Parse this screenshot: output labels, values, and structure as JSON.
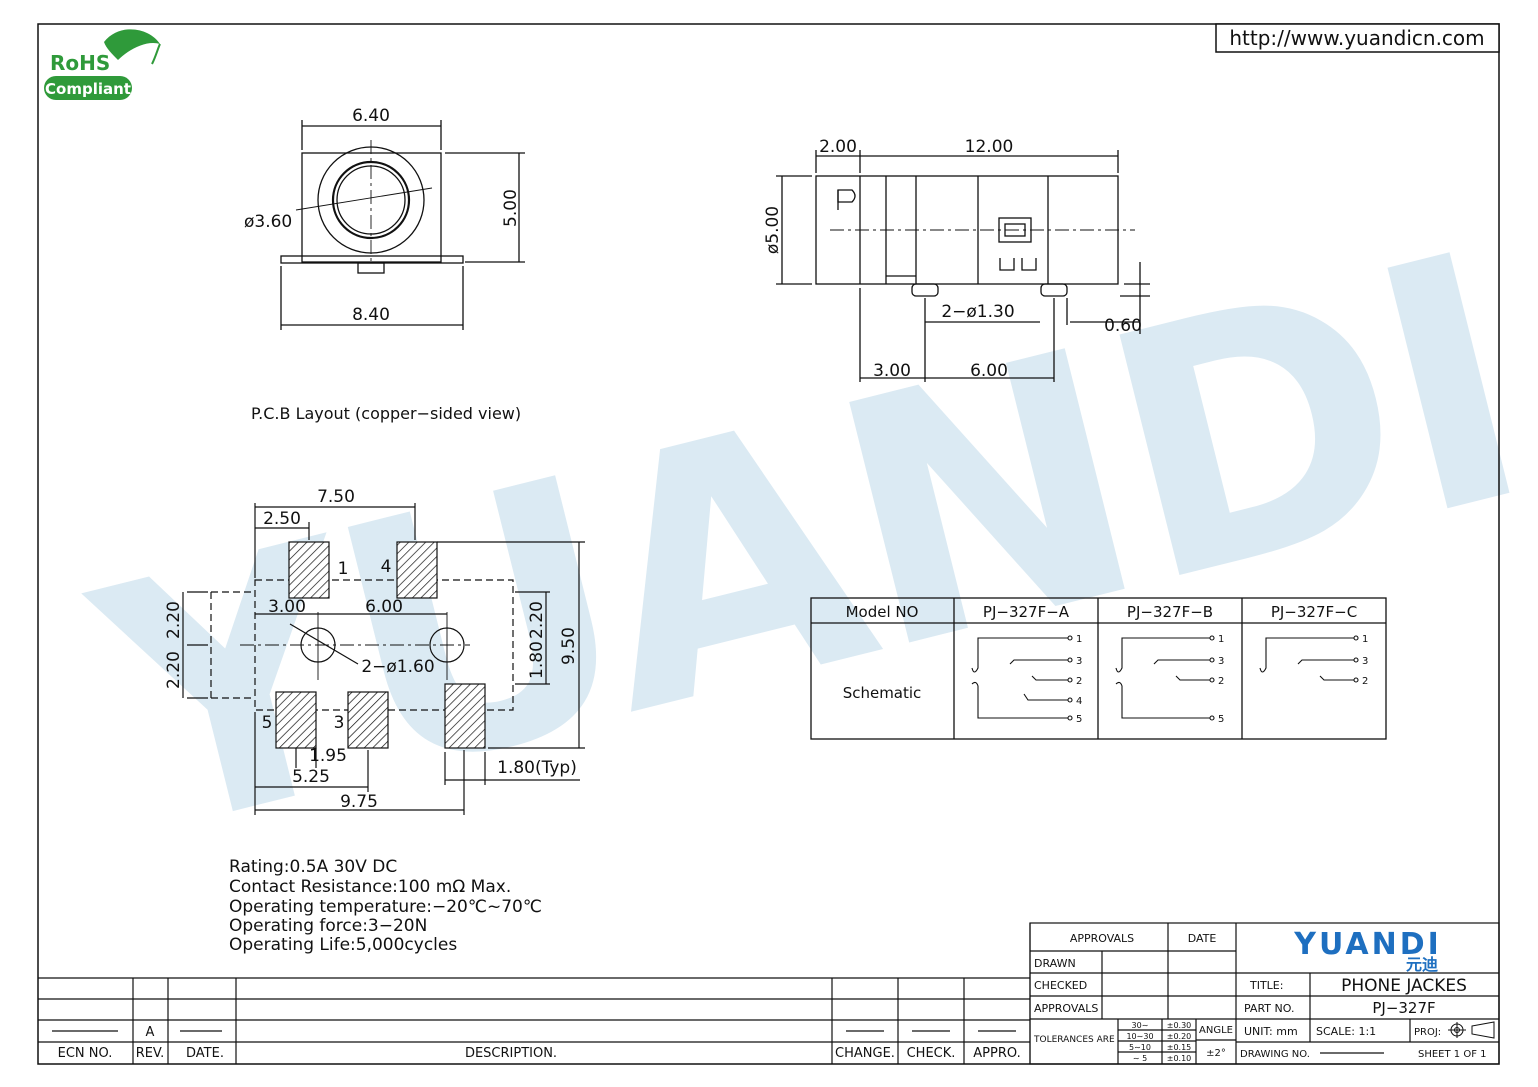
{
  "url": "http://www.yuandicn.com",
  "rohs": {
    "line1": "RoHS",
    "line2": "Compliant"
  },
  "watermark": "YUANDI",
  "front_view": {
    "dim_width_top": "6.40",
    "dim_height": "5.00",
    "dim_hole": "ø3.60",
    "dim_width_bottom": "8.40"
  },
  "side_view": {
    "dim_left": "2.00",
    "dim_length": "12.00",
    "dim_diameter": "ø5.00",
    "dim_pins": "2−ø1.30",
    "dim_pin_offset": "0.60",
    "dim_a": "3.00",
    "dim_b": "6.00"
  },
  "pcb": {
    "title": "P.C.B  Layout  (copper−sided  view)",
    "dims": {
      "d750": "7.50",
      "d250": "2.50",
      "d300": "3.00",
      "d600": "6.00",
      "d220a": "2.20",
      "d220b": "2.20",
      "d220c": "2.20",
      "d180": "1.80",
      "d950": "9.50",
      "holes": "2−ø1.60",
      "d195": "1.95",
      "d525": "5.25",
      "d975": "9.75",
      "d180typ": "1.80(Typ)"
    },
    "pins": {
      "p1": "1",
      "p4": "4",
      "p5": "5",
      "p3": "3"
    }
  },
  "specs": [
    "Rating:0.5A  30V  DC",
    "Contact  Resistance:100  mΩ  Max.",
    "Operating  temperature:−20℃~70℃",
    "Operating  force:3−20N",
    "Operating  Life:5,000cycles"
  ],
  "model_table": {
    "header": "Model  NO",
    "models": [
      "PJ−327F−A",
      "PJ−327F−B",
      "PJ−327F−C"
    ],
    "row_label": "Schematic",
    "terminals_a": [
      "1",
      "3",
      "2",
      "4",
      "5"
    ],
    "terminals_b": [
      "1",
      "3",
      "2",
      "5"
    ],
    "terminals_c": [
      "1",
      "3",
      "2"
    ]
  },
  "revision_block": {
    "ecn": "ECN  NO.",
    "rev": "REV.",
    "rev_value": "A",
    "date": "DATE.",
    "description": "DESCRIPTION.",
    "change": "CHANGE.",
    "check": "CHECK.",
    "appro": "APPRO."
  },
  "title_block": {
    "approvals_header": "APPROVALS",
    "date_header": "DATE",
    "drawn": "DRAWN",
    "checked": "CHECKED",
    "approvals": "APPROVALS",
    "company": "YUANDI",
    "company_cn": "元迪",
    "title_label": "TITLE:",
    "title_value": "PHONE  JACKES",
    "part_label": "PART  NO.",
    "part_value": "PJ−327F",
    "tolerances": "TOLERANCES  ARE",
    "tol_ranges": [
      "30∼",
      "10∼30",
      "5∼10",
      "∼ 5"
    ],
    "tol_values": [
      "±0.30",
      "±0.20",
      "±0.15",
      "±0.10"
    ],
    "angle_label": "ANGLE",
    "angle_value": "±2°",
    "unit": "UNIT:  mm",
    "scale": "SCALE:   1:1",
    "proj": "PROJ:",
    "drawing_no": "DRAWING  NO.",
    "sheet": "SHEET   1  OF  1"
  },
  "colors": {
    "watermark": "#cfe3ef",
    "watermark_green": "#dcefd6",
    "rohs_green": "#2f9a3a",
    "logo_blue": "#1e6fc0"
  }
}
